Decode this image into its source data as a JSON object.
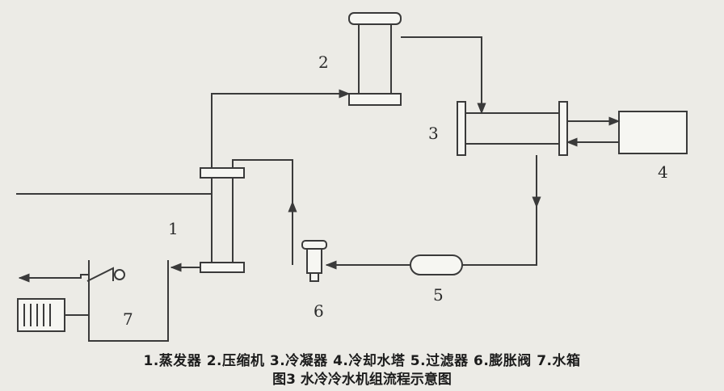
{
  "labels": {
    "n1": "1",
    "n2": "2",
    "n3": "3",
    "n4": "4",
    "n5": "5",
    "n6": "6",
    "n7": "7"
  },
  "legend": "1.蒸发器  2.压缩机  3.冷凝器  4.冷却水塔  5.过滤器  6.膨胀阀  7.水箱",
  "figure_title": "图3  水冷冷水机组流程示意图",
  "colors": {
    "line": "#3a3a3a",
    "background": "#ecebe6"
  }
}
